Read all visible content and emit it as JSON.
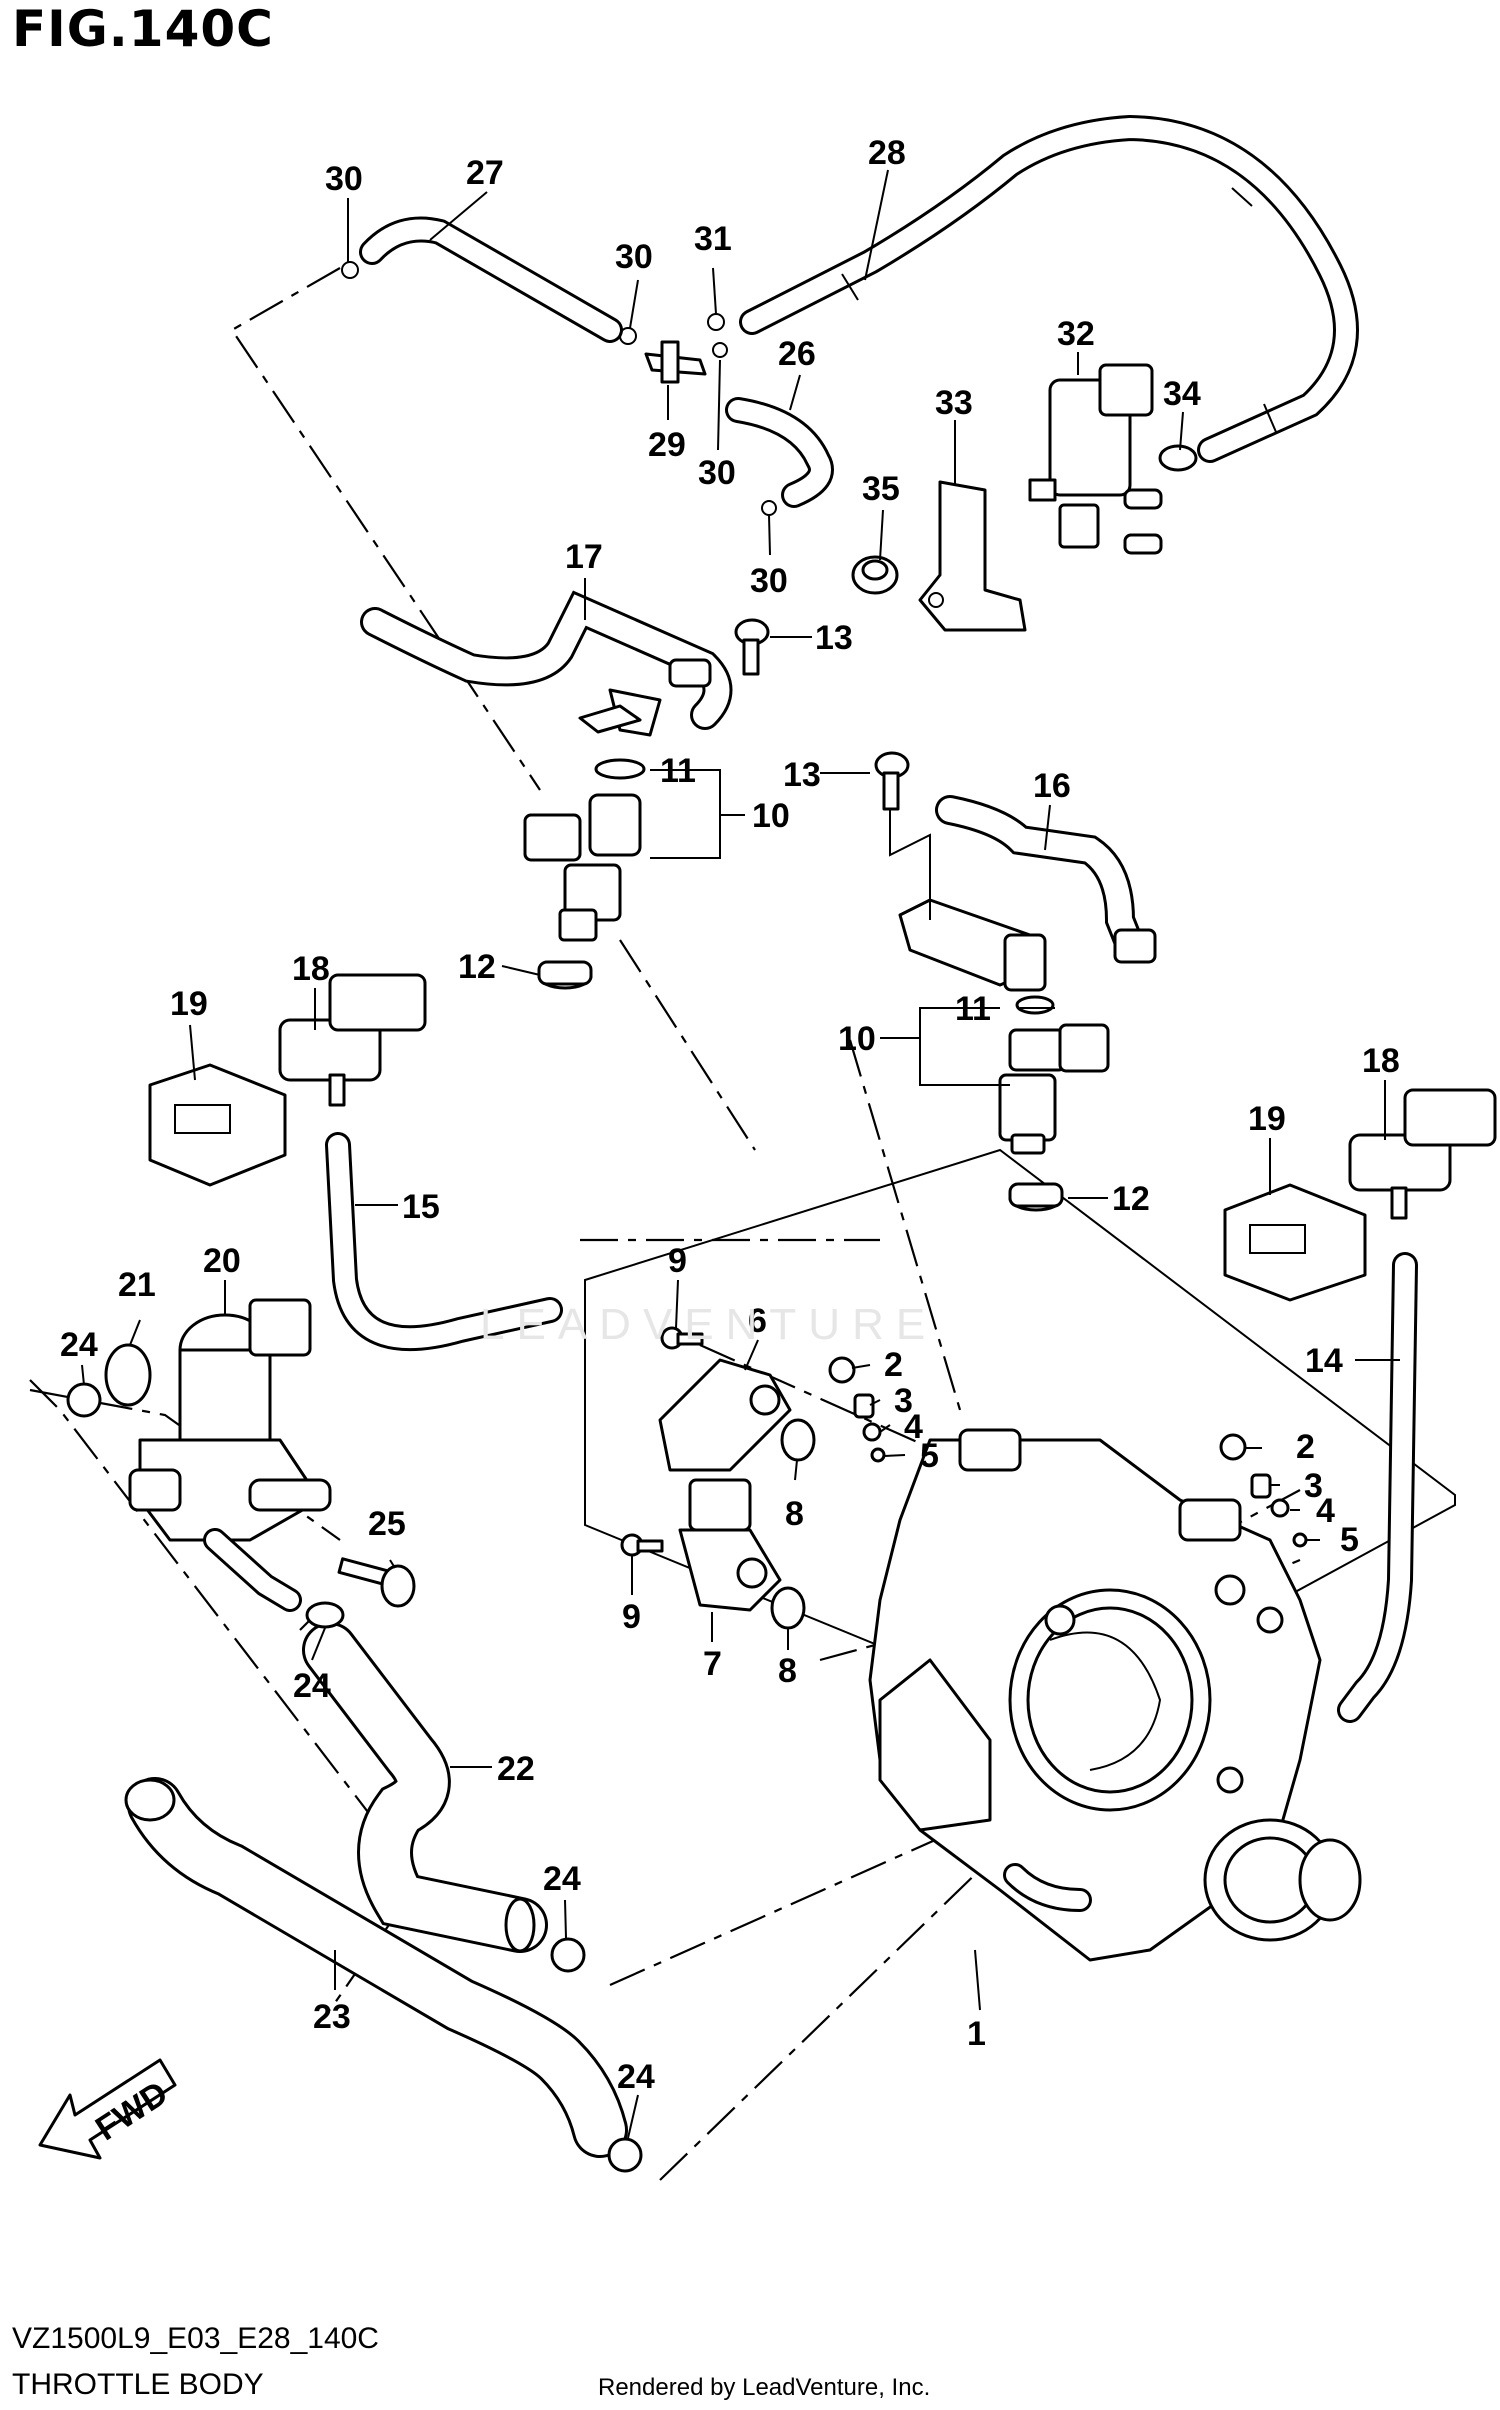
{
  "figure": {
    "title": "FIG.140C",
    "diagram_code": "VZ1500L9_E03_E28_140C",
    "diagram_name": "THROTTLE BODY",
    "rendered_by": "Rendered by LeadVenture, Inc.",
    "watermark": "LEADVENTURE",
    "fwd_label": "FWD"
  },
  "callouts": [
    "30",
    "27",
    "30",
    "31",
    "28",
    "29",
    "26",
    "30",
    "30",
    "32",
    "33",
    "34",
    "35",
    "17",
    "13",
    "11",
    "10",
    "13",
    "16",
    "12",
    "10",
    "11",
    "12",
    "18",
    "19",
    "15",
    "18",
    "19",
    "20",
    "21",
    "24",
    "9",
    "6",
    "2",
    "3",
    "4",
    "5",
    "8",
    "9",
    "7",
    "8",
    "25",
    "2",
    "3",
    "4",
    "5",
    "14",
    "24",
    "22",
    "24",
    "23",
    "24",
    "1"
  ]
}
